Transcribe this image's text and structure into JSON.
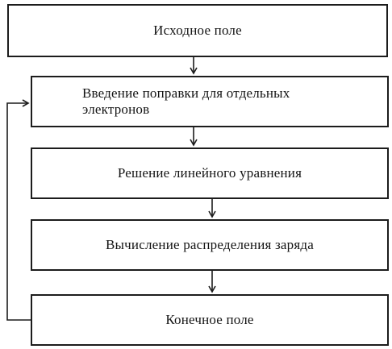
{
  "flowchart": {
    "steps": [
      {
        "id": "initial",
        "label": "Исходное поле"
      },
      {
        "id": "correction",
        "label": "Введение поправки для отдельных электронов"
      },
      {
        "id": "solve",
        "label": "Решение линейного уравнения"
      },
      {
        "id": "charge",
        "label": "Вычисление распределения заряда"
      },
      {
        "id": "final",
        "label": "Конечное поле"
      }
    ]
  }
}
